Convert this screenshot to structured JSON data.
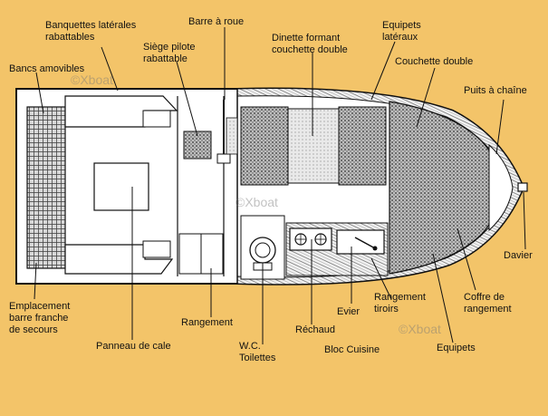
{
  "diagram": {
    "background_color": "#f3c469",
    "hull_color": "#ffffff",
    "ink_color": "#111111",
    "watermark": "©Xboat",
    "labels": {
      "banquettes": "Banquettes latérales\nrabattables",
      "barre_roue": "Barre à roue",
      "equipets_lateraux": "Equipets\nlatéraux",
      "siege_pilote": "Siège pilote\nrabattable",
      "dinette": "Dinette formant\ncouchette double",
      "couchette_double": "Couchette double",
      "bancs_amovibles": "Bancs amovibles",
      "puits_chaine": "Puits à chaîne",
      "davier": "Davier",
      "emplacement": "Emplacement\nbarre franche\nde secours",
      "rangement_tiroirs": "Rangement\ntiroirs",
      "coffre": "Coffre de\nrangement",
      "evier": "Evier",
      "rangement": "Rangement",
      "rechaud": "Réchaud",
      "panneau": "Panneau de cale",
      "wc": "W.C.\nToilettes",
      "bloc_cuisine": "Bloc Cuisine",
      "equipets": "Equipets"
    }
  }
}
